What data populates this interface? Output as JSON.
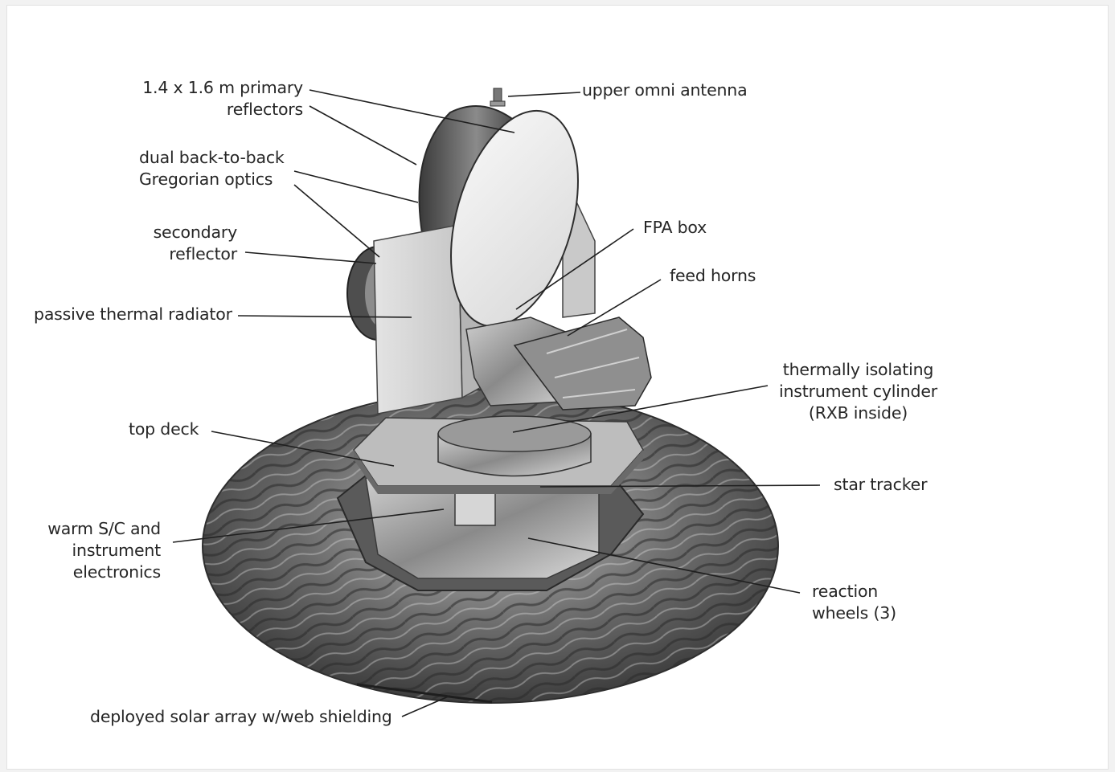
{
  "labels": {
    "primary_reflectors": "1.4 x 1.6 m primary\nreflectors",
    "upper_omni_antenna": "upper omni antenna",
    "gregorian_optics": "dual back-to-back\nGregorian optics",
    "secondary_reflector": "secondary\nreflector",
    "fpa_box": "FPA box",
    "feed_horns": "feed horns",
    "passive_thermal_radiator": "passive thermal radiator",
    "instrument_cylinder": "thermally isolating\ninstrument cylinder\n(RXB inside)",
    "top_deck": "top deck",
    "star_tracker": "star tracker",
    "warm_electronics": "warm S/C and\ninstrument\nelectronics",
    "reaction_wheels": "reaction\nwheels (3)",
    "solar_array": "deployed solar array w/web shielding"
  }
}
